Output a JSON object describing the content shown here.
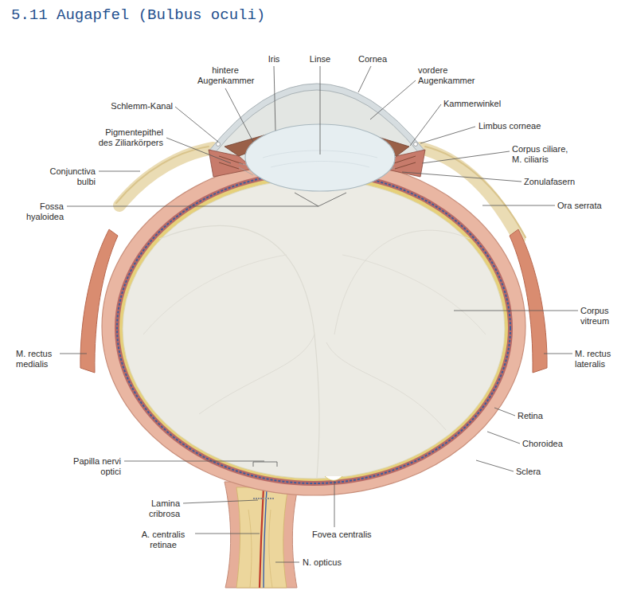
{
  "diagram": {
    "title": "5.11 Augapfel (Bulbus oculi)",
    "labels": [
      "hintere Augenkammer",
      "Iris",
      "Linse",
      "Cornea",
      "vordere Augenkammer",
      "Schlemm-Kanal",
      "Kammerwinkel",
      "Limbus corneae",
      "Pigmentepithel des Ziliarkörpers",
      "Corpus ciliare, M. ciliaris",
      "Conjunctiva bulbi",
      "Zonulafasern",
      "Fossa hyaloidea",
      "Ora serrata",
      "Corpus vitreum",
      "M. rectus medialis",
      "M. rectus lateralis",
      "Retina",
      "Choroidea",
      "Sclera",
      "Papilla nervi optici",
      "Lamina cribrosa",
      "A. centralis retinae",
      "Fovea centralis",
      "N. opticus"
    ]
  }
}
